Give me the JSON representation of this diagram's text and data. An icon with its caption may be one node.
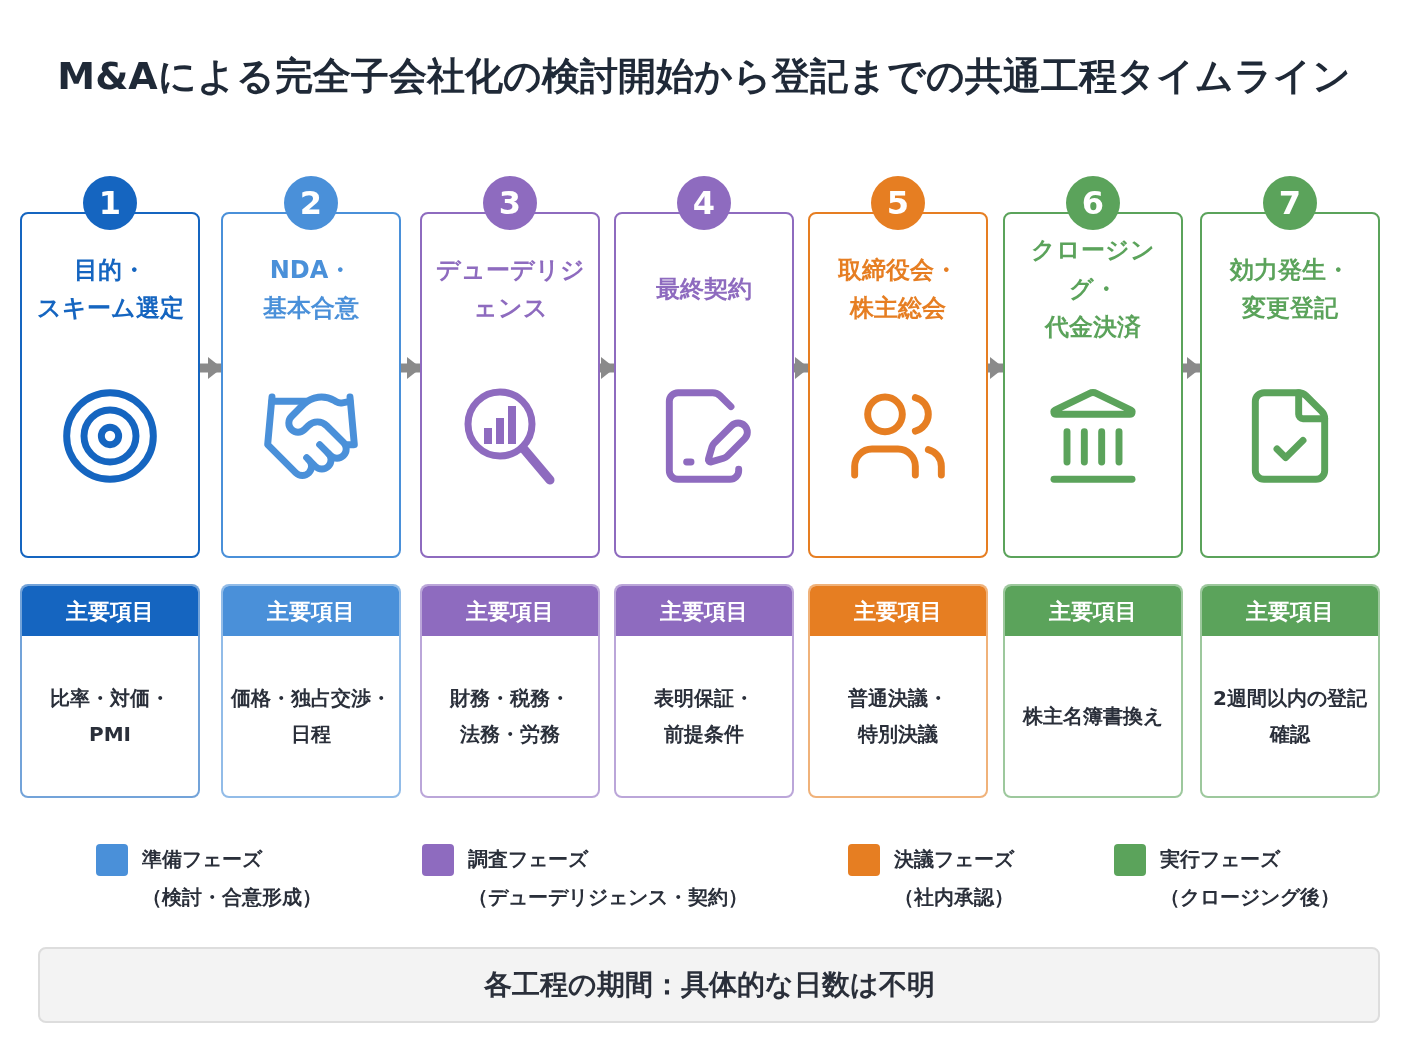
{
  "diagram": {
    "title": "M&Aによる完全子会社化の検討開始から登記までの共通工程タイムライン",
    "nodes": [
      {
        "text": [
          "1",
          "目的・スキーム選定"
        ]
      },
      {
        "text": [
          "2",
          "NDA・基本合意"
        ]
      },
      {
        "text": [
          "3",
          "デューデリジェンス"
        ]
      },
      {
        "text": [
          "4",
          "最終契約"
        ]
      },
      {
        "text": [
          "5",
          "取締役会・株主総会"
        ]
      },
      {
        "text": [
          "6",
          "クロージング・代金決済"
        ]
      },
      {
        "text": [
          "7",
          "効力発生・変更登記"
        ]
      },
      {
        "text": [
          "主要項目",
          "比率・対価・PMI"
        ]
      },
      {
        "text": [
          "主要項目",
          "価格・独占交渉・日程"
        ]
      },
      {
        "text": [
          "主要項目",
          "財務・税務・法務・労務"
        ]
      },
      {
        "text": [
          "主要項目",
          "表明保証・前提条件"
        ]
      },
      {
        "text": [
          "主要項目",
          "普通決議・特別決議"
        ]
      },
      {
        "text": [
          "主要項目",
          "株主名簿書換え"
        ]
      },
      {
        "text": [
          "主要項目",
          "2週間以内の登記確認"
        ]
      },
      {
        "text": [
          "各工程の期間：具体的な日数は不明"
        ]
      }
    ],
    "edges": [
      {
        "from": 0,
        "to": 1,
        "arrow": "to"
      },
      {
        "from": 1,
        "to": 2,
        "arrow": "to"
      },
      {
        "from": 2,
        "to": 3,
        "arrow": "to"
      },
      {
        "from": 3,
        "to": 4,
        "arrow": "to"
      },
      {
        "from": 4,
        "to": 5,
        "arrow": "to"
      },
      {
        "from": 5,
        "to": 6,
        "arrow": "to"
      }
    ],
    "legend": [
      {
        "text": "準備フェーズ（検討・合意形成）",
        "color": "#4a90d9"
      },
      {
        "text": "調査フェーズ（デューデリジェンス・契約）",
        "color": "#8e6bbf"
      },
      {
        "text": "決議フェーズ（社内承認）",
        "color": "#e67e22"
      },
      {
        "text": "実行フェーズ（クロージング後）",
        "color": "#5ba35b"
      }
    ]
  }
}
